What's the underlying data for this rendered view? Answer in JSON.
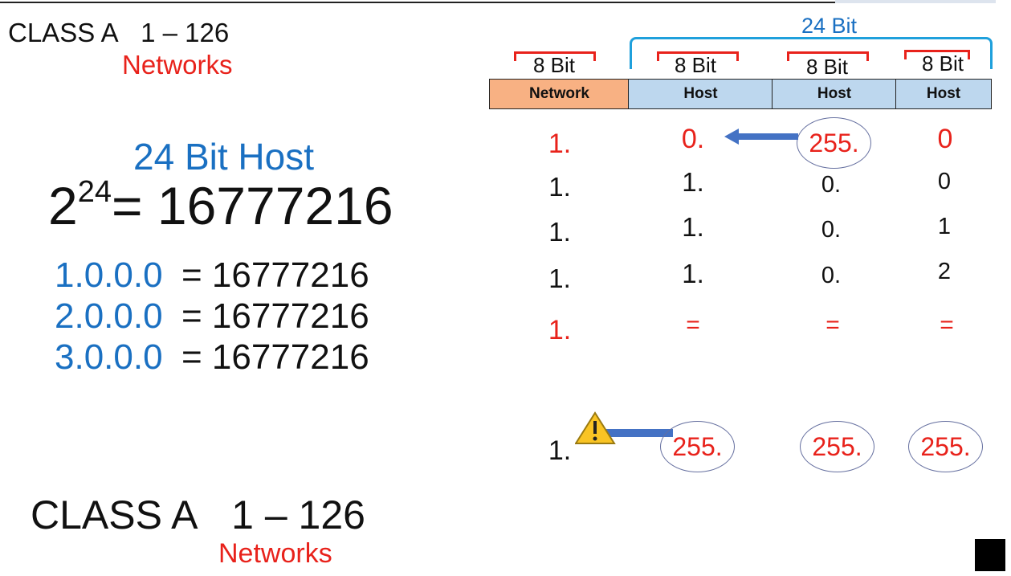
{
  "left": {
    "class_top": {
      "label": "CLASS A",
      "range": "1 – 126",
      "sub": "Networks"
    },
    "host_title": "24 Bit Host",
    "power": {
      "base": "2",
      "exp": "24",
      "result": "= 16777216"
    },
    "networks": [
      {
        "addr": "1.0.0.0",
        "value": "= 16777216"
      },
      {
        "addr": "2.0.0.0",
        "value": "= 16777216"
      },
      {
        "addr": "3.0.0.0",
        "value": "= 16777216"
      }
    ],
    "class_bottom": {
      "label": "CLASS A",
      "range": "1 – 126",
      "sub": "Networks"
    }
  },
  "diagram": {
    "span_label": "24 Bit",
    "bits": [
      "8 Bit",
      "8 Bit",
      "8 Bit",
      "8 Bit"
    ],
    "cells": [
      "Network",
      "Host",
      "Host",
      "Host"
    ],
    "rows": [
      [
        "1.",
        "0.",
        "255.",
        "0"
      ],
      [
        "1.",
        "1.",
        "0.",
        "0"
      ],
      [
        "1.",
        "1.",
        "0.",
        "1"
      ],
      [
        "1.",
        "1.",
        "0.",
        "2"
      ],
      [
        "1.",
        "=",
        "=",
        "="
      ]
    ],
    "last_row": [
      "1.",
      "255.",
      "255.",
      "255."
    ]
  },
  "colors": {
    "red": "#e8221b",
    "blue": "#1a70c2",
    "network_cell": "#f8b183",
    "host_cell": "#bdd7ee",
    "arrow": "#4472c4"
  }
}
